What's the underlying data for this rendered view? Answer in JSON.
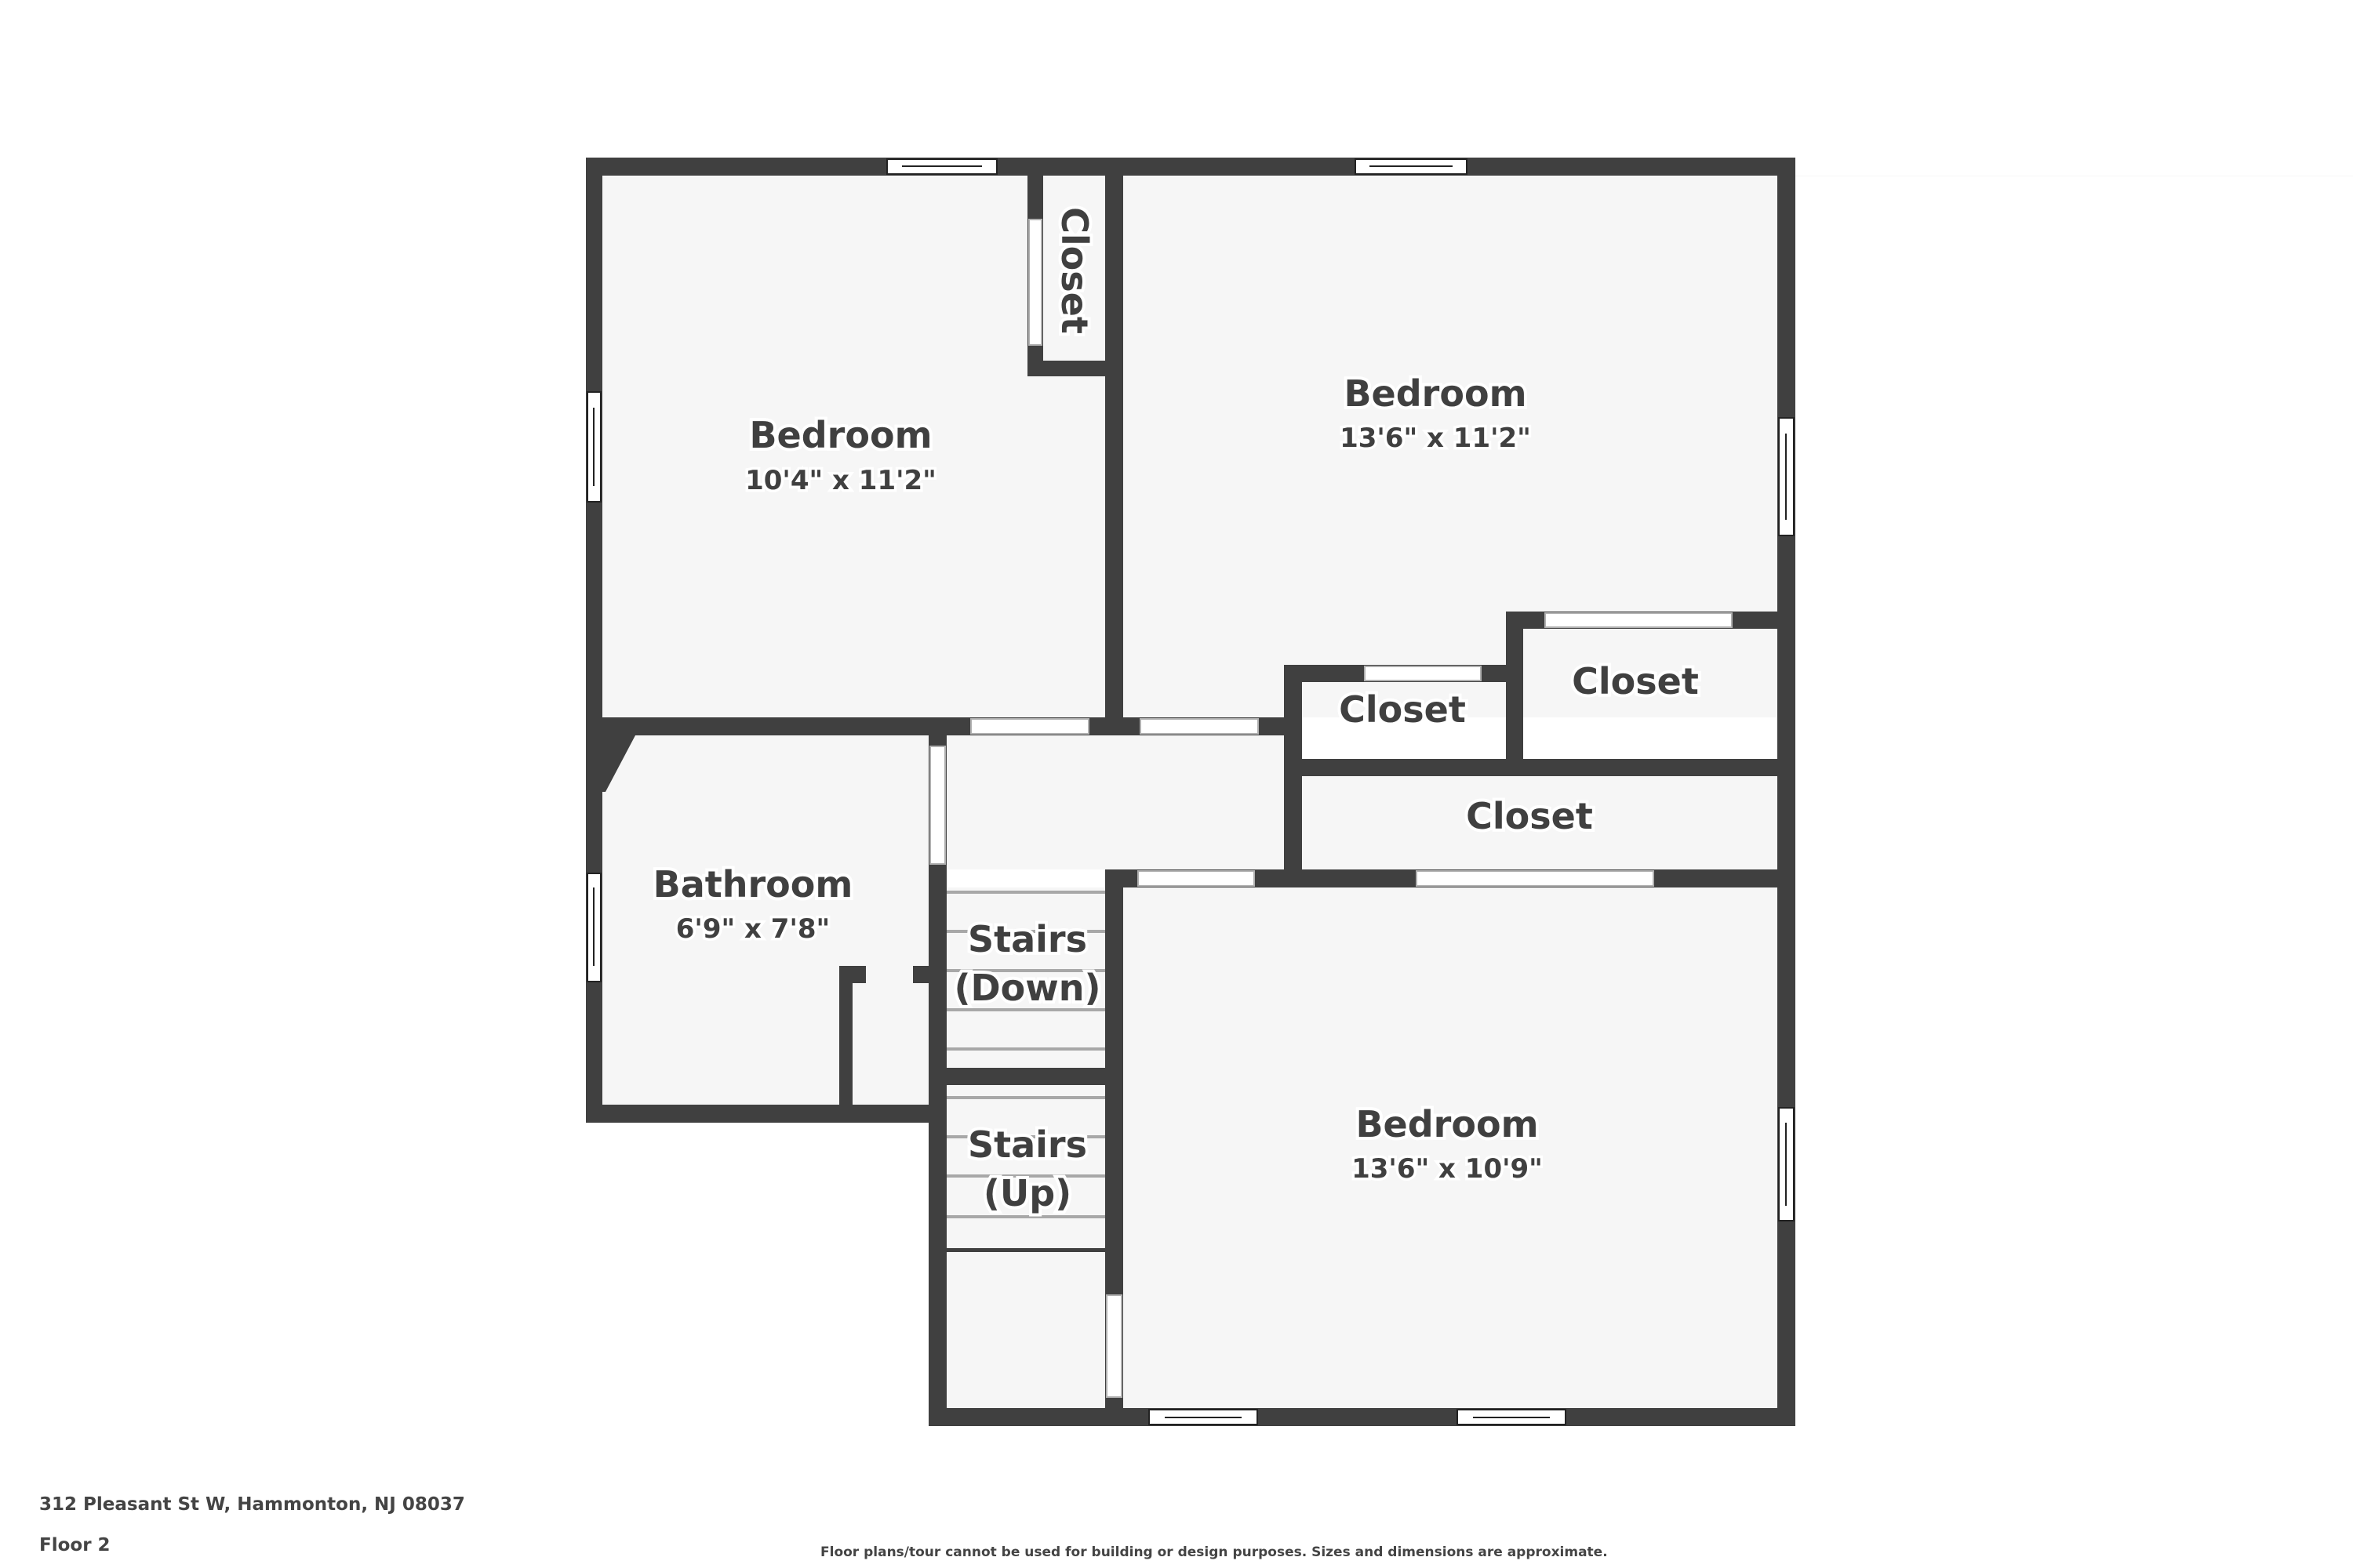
{
  "footer": {
    "address": "312 Pleasant St W, Hammonton, NJ 08037",
    "floor": "Floor 2",
    "disclaimer": "Floor plans/tour cannot be used for building or design purposes. Sizes and dimensions are approximate."
  },
  "rooms": {
    "bedroom_nw": {
      "name": "Bedroom",
      "dimensions": "10'4\" x 11'2\""
    },
    "bedroom_ne": {
      "name": "Bedroom",
      "dimensions": "13'6\" x 11'2\""
    },
    "bedroom_se": {
      "name": "Bedroom",
      "dimensions": "13'6\" x 10'9\""
    },
    "bathroom": {
      "name": "Bathroom",
      "dimensions": "6'9\" x 7'8\""
    },
    "closet_nw": {
      "name": "Closet"
    },
    "closet_small": {
      "name": "Closet"
    },
    "closet_ne": {
      "name": "Closet"
    },
    "closet_long": {
      "name": "Closet"
    },
    "stairs_down": {
      "line1": "Stairs",
      "line2": "(Down)"
    },
    "stairs_up": {
      "line1": "Stairs",
      "line2": "(Up)"
    }
  },
  "colors": {
    "wall": "#404040",
    "floor": "#f6f6f6",
    "text": "#404040"
  }
}
